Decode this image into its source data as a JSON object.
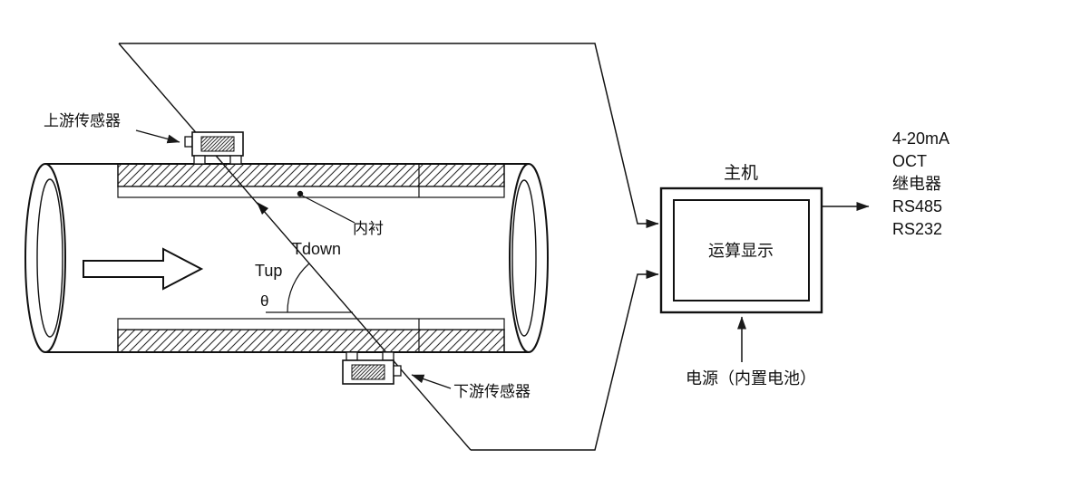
{
  "diagram": {
    "pipe": {
      "upstream_sensor_label": "上游传感器",
      "downstream_sensor_label": "下游传感器",
      "liner_label": "内衬",
      "tdown_label": "Tdown",
      "tup_label": "Tup",
      "theta_label": "θ"
    },
    "host": {
      "title": "主机",
      "display_label": "运算显示",
      "power_label": "电源（内置电池）"
    },
    "outputs": [
      "4-20mA",
      "OCT",
      "继电器",
      "RS485",
      "RS232"
    ],
    "colors": {
      "line": "#1a1a1a",
      "background": "#ffffff"
    }
  }
}
